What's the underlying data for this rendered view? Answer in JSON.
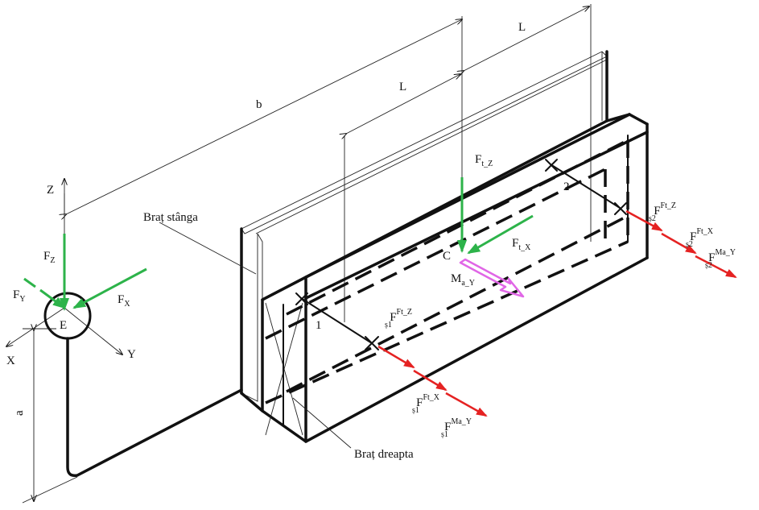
{
  "labels": {
    "b": "b",
    "L_left": "L",
    "L_right": "L",
    "a": "a",
    "brat_stanga": "Braț stânga",
    "brat_dreapta": "Braț dreapta",
    "point_c": "C",
    "point_e": "E",
    "bearing_1": "1",
    "bearing_2": "2"
  },
  "axes": {
    "x": "X",
    "y": "Y",
    "z": "Z"
  },
  "forces": {
    "fz_main": "F",
    "fz_sub": "Z",
    "fy_main": "F",
    "fy_sub": "Y",
    "fx_main": "F",
    "fx_sub": "X",
    "ftz_main": "F",
    "ftz_sub": "t_Z",
    "ftx_main": "F",
    "ftx_sub": "t_X",
    "may_main": "M",
    "may_sub": "a_Y",
    "fs1z_main": "F",
    "fs1z_sub": "ș1",
    "fs1z_sup": "Ft_Z",
    "fs1x_main": "F",
    "fs1x_sub": "ș1",
    "fs1x_sup": "Ft_X",
    "fs1m_main": "F",
    "fs1m_sub": "ș1",
    "fs1m_sup": "Ma_Y",
    "fs2z_main": "F",
    "fs2z_sub": "ș2",
    "fs2z_sup": "Ft_Z",
    "fs2x_main": "F",
    "fs2x_sub": "ș2",
    "fs2x_sup": "Ft_X",
    "fs2m_main": "F",
    "fs2m_sub": "ș2",
    "fs2m_sup": "Ma_Y"
  },
  "colors": {
    "line": "#111111",
    "force_green": "#2db34a",
    "reaction_red": "#e52222",
    "moment_magenta": "#e066e6"
  }
}
